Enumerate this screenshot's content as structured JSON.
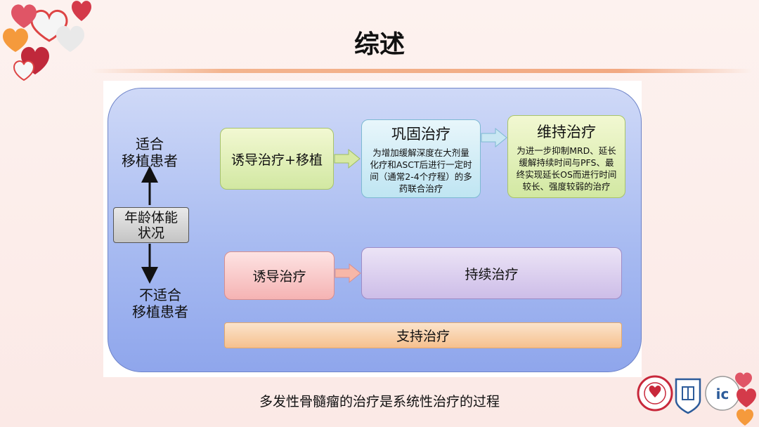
{
  "page": {
    "title": "综述",
    "caption": "多发性骨髓瘤的治疗是系统性治疗的过程"
  },
  "axis": {
    "top_label": "适合\n移植患者",
    "center_label": "年龄体能\n状况",
    "bottom_label": "不适合\n移植患者"
  },
  "transplant_path": {
    "induction": "诱导治疗+移植",
    "consolidation": {
      "title": "巩固治疗",
      "desc": "为增加缓解深度在大剂量化疗和ASCT后进行一定时间（通常2-4个疗程）的多药联合治疗"
    },
    "maintenance": {
      "title": "维持治疗",
      "desc": "为进一步抑制MRD、延长缓解持续时间与PFS、最终实现延长OS而进行时间较长、强度较弱的治疗"
    }
  },
  "non_transplant_path": {
    "induction": "诱导治疗",
    "continuous": "持续治疗"
  },
  "support": "支持治疗",
  "colors": {
    "panel": "#a8bbf1",
    "green": "#d2e8a2",
    "cyan": "#bfe5f2",
    "pink": "#f5b3b3",
    "lavender": "#cdbde8",
    "orange": "#f6c08e"
  }
}
